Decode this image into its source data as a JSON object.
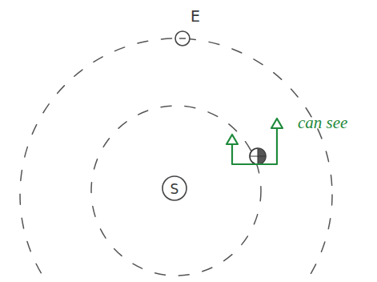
{
  "diagram": {
    "nodes": [
      {
        "text": [
          "E"
        ]
      },
      {
        "text": [
          "S"
        ]
      }
    ],
    "labels": [
      "can see"
    ]
  }
}
